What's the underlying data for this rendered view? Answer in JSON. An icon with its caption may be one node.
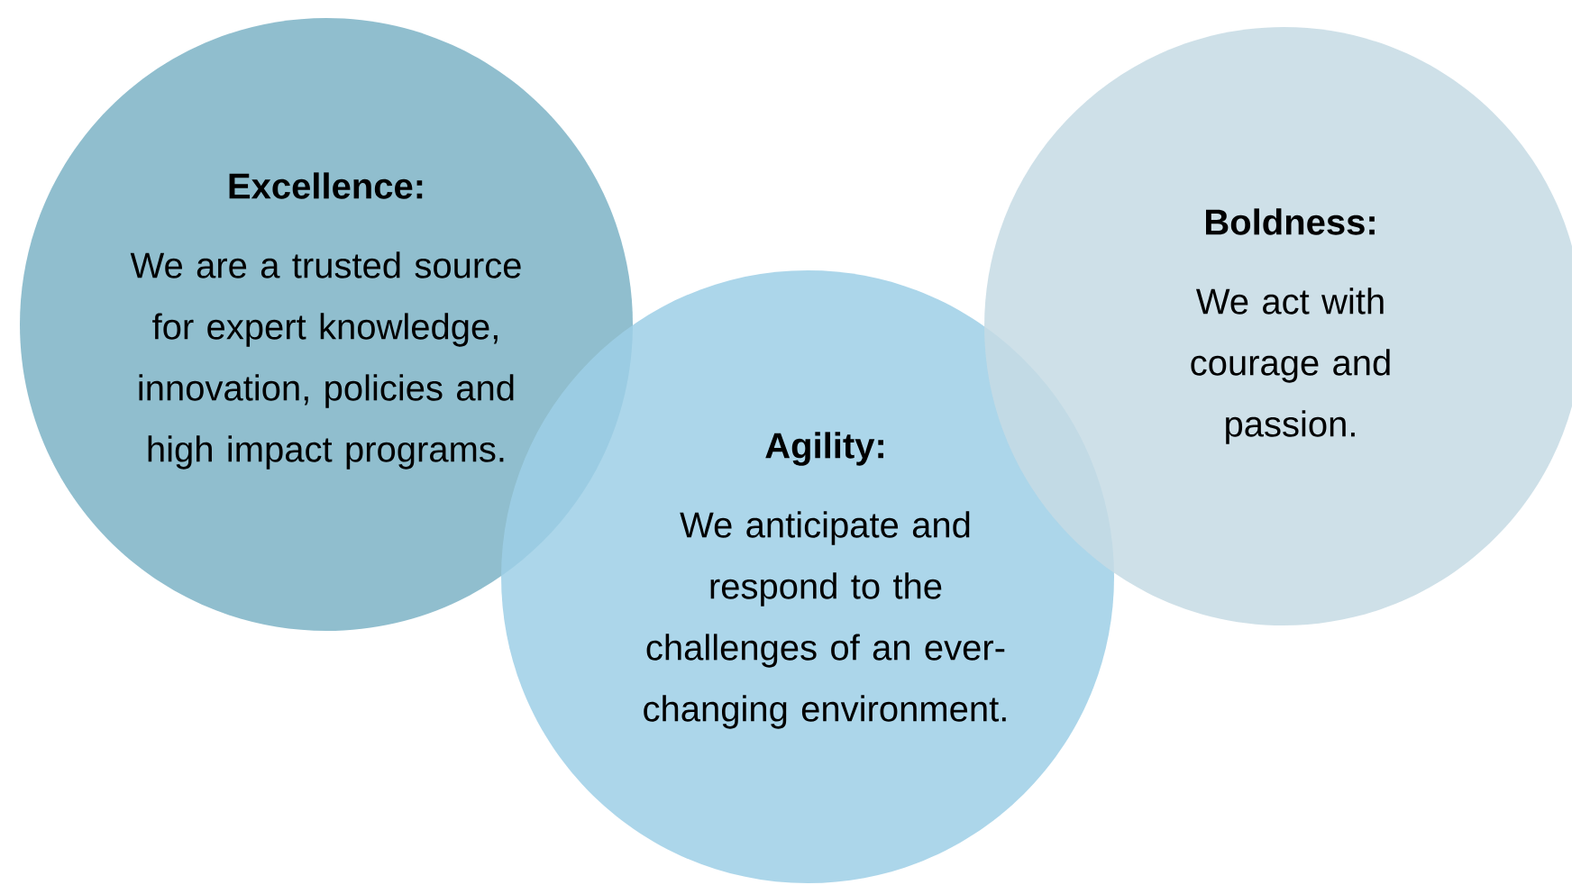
{
  "diagram": {
    "nodes": [
      {
        "text": [
          "**Excellence**:",
          "We are a trusted source for expert knowledge, innovation, policies and high impact programs."
        ]
      },
      {
        "text": [
          "Agility:",
          "We anticipate and respond to the challenges of an ever-changing environment."
        ]
      },
      {
        "text": [
          "Boldness:",
          "We act with courage and passion."
        ]
      }
    ]
  }
}
